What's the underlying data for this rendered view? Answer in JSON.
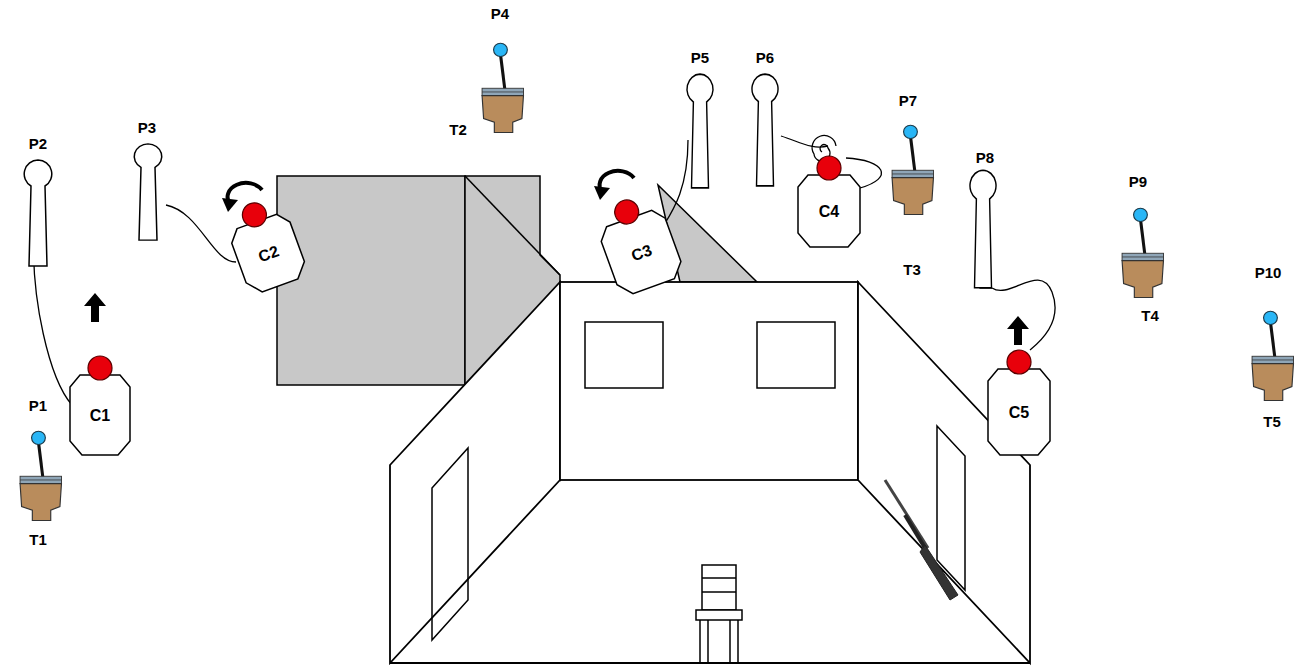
{
  "diagram": {
    "nodes": [
      {
        "text": [
          "C1"
        ]
      },
      {
        "text": [
          "C2"
        ]
      },
      {
        "text": [
          "C3"
        ]
      },
      {
        "text": [
          "C4"
        ]
      },
      {
        "text": [
          "C5"
        ]
      }
    ],
    "labels": [
      "P1",
      "T1",
      "P2",
      "P3",
      "P4",
      "T2",
      "P5",
      "P6",
      "P7",
      "T3",
      "P8",
      "P9",
      "T4",
      "P10",
      "T5"
    ]
  }
}
